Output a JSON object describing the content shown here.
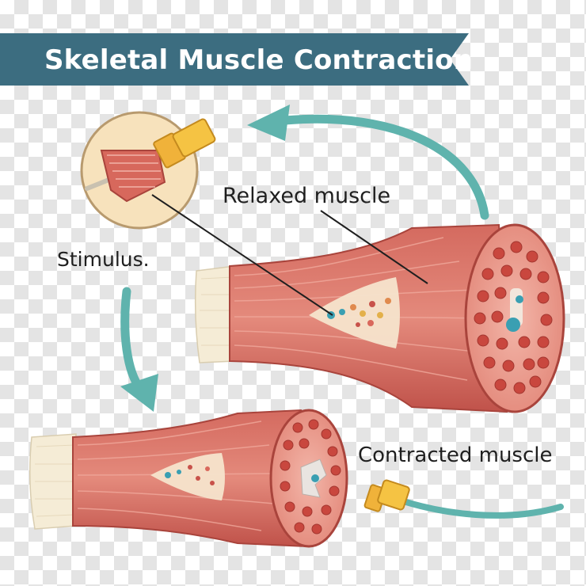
{
  "title": "Skeletal Muscle Contraction",
  "labels": {
    "relaxed": "Relaxed muscle",
    "stimulus": "Stimulus.",
    "contracted": "Contracted muscle"
  },
  "colors": {
    "banner": "#3c6d80",
    "arrow": "#5fb3ad",
    "muscle": "#d9685c",
    "muscle_dark": "#b8483f",
    "tendon": "#f3e6c9",
    "electrode": "#f5c343"
  }
}
